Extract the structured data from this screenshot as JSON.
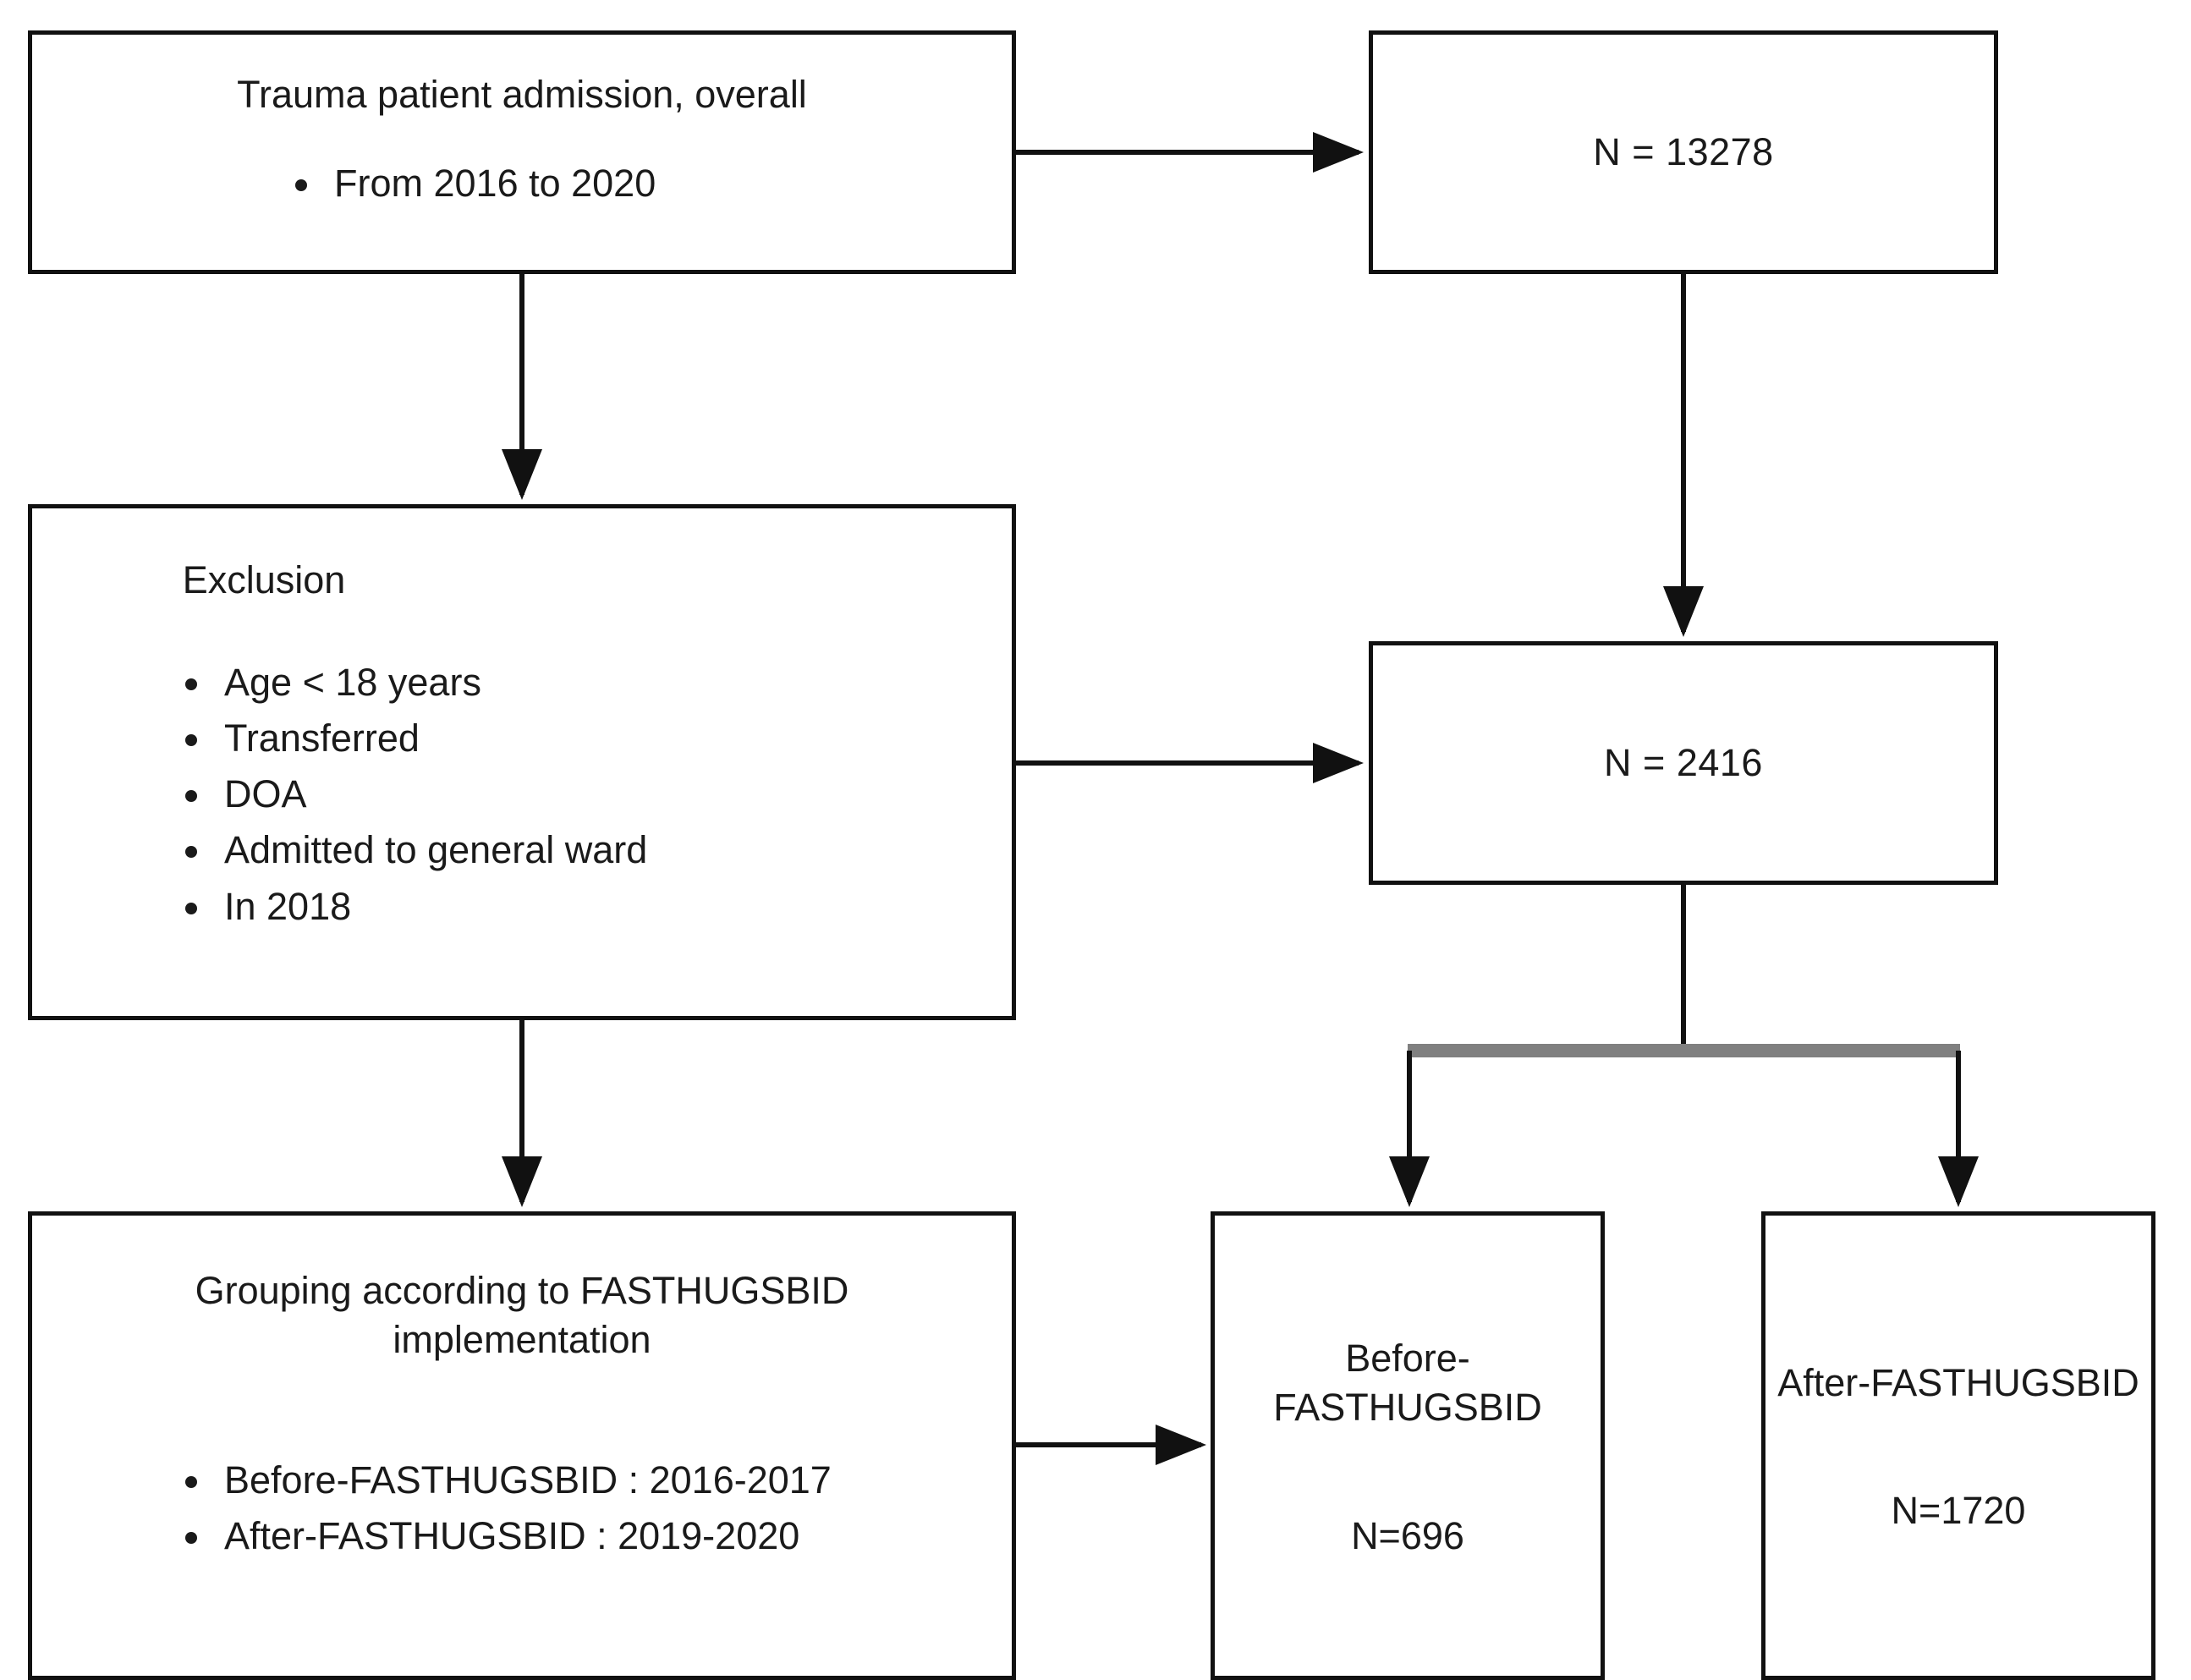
{
  "diagram": {
    "type": "flowchart",
    "title": "Trauma patient study selection flowchart",
    "colors": {
      "box_border": "#111111",
      "connector": "#111111",
      "splitter_bar": "#808080",
      "background": "#ffffff",
      "text": "#1a1a1a"
    },
    "nodes": {
      "admission": {
        "title": "Trauma patient admission, overall",
        "bullets": [
          "From 2016 to 2020"
        ]
      },
      "total": {
        "value": "N = 13278"
      },
      "exclusion": {
        "title": "Exclusion",
        "bullets": [
          "Age < 18 years",
          "Transferred",
          "DOA",
          "Admitted to general ward",
          "In 2018"
        ]
      },
      "eligible": {
        "value": "N = 2416"
      },
      "grouping": {
        "title": "Grouping according to FASTHUGSBID implementation",
        "bullets": [
          "Before-FASTHUGSBID : 2016-2017",
          "After-FASTHUGSBID : 2019-2020"
        ]
      },
      "before_group": {
        "label": "Before-FASTHUGSBID",
        "count": "N=696"
      },
      "after_group": {
        "label": "After-FASTHUGSBID",
        "count": "N=1720"
      }
    },
    "edges": [
      {
        "from": "admission",
        "to": "total",
        "direction": "right"
      },
      {
        "from": "admission",
        "to": "exclusion",
        "direction": "down"
      },
      {
        "from": "total",
        "to": "eligible",
        "direction": "down"
      },
      {
        "from": "exclusion",
        "to": "eligible",
        "direction": "right"
      },
      {
        "from": "exclusion",
        "to": "grouping",
        "direction": "down"
      },
      {
        "from": "grouping",
        "to": "before_group",
        "direction": "right"
      },
      {
        "from": "eligible",
        "to": "before_group",
        "direction": "down-split-left"
      },
      {
        "from": "eligible",
        "to": "after_group",
        "direction": "down-split-right"
      }
    ]
  }
}
